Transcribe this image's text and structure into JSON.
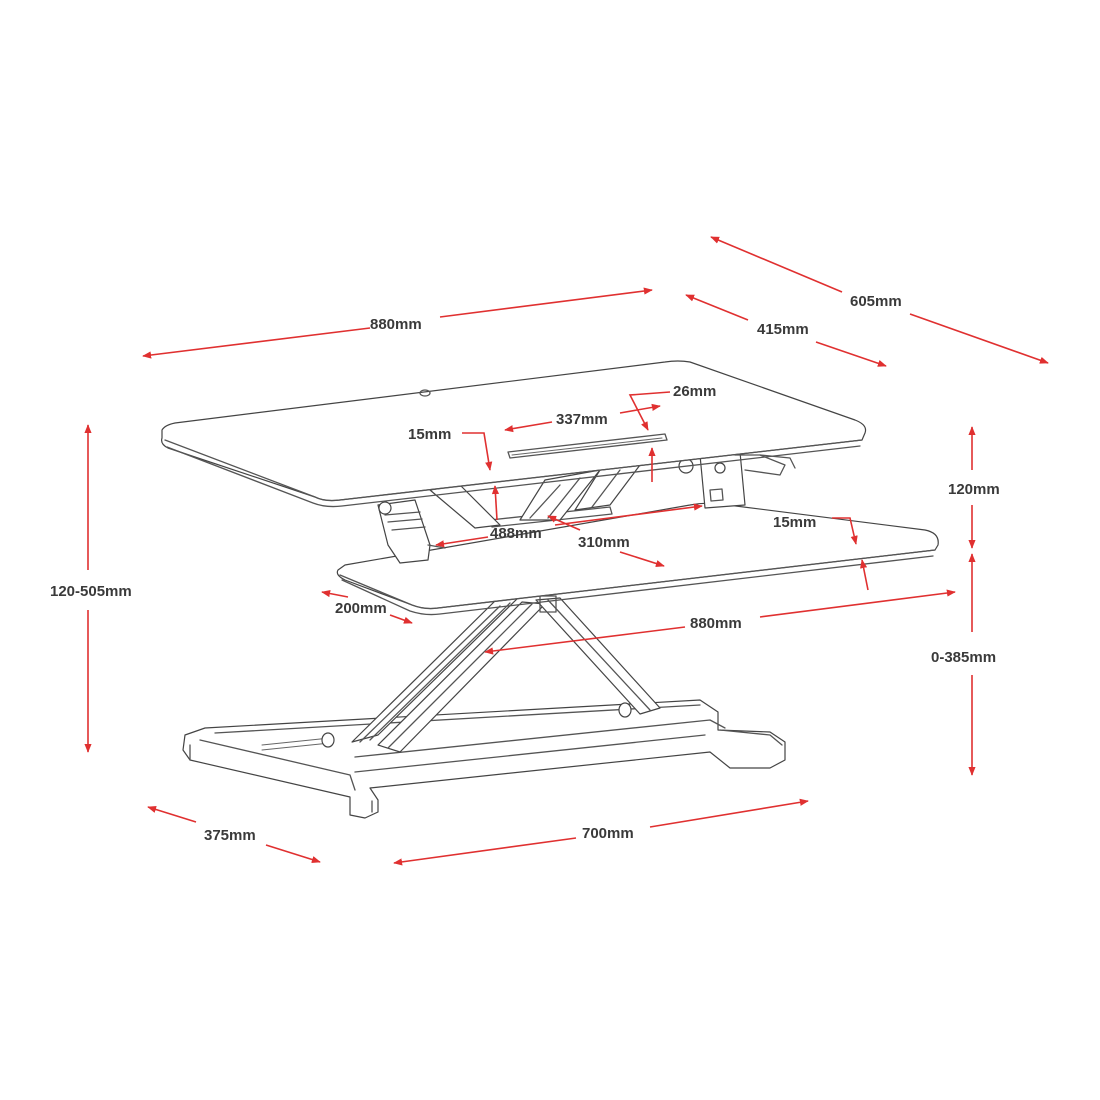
{
  "diagram": {
    "colors": {
      "dimension": "#e03030",
      "line": "#555555",
      "text": "#3a3a3a"
    },
    "labels": {
      "top_width": "880mm",
      "top_depth": "415mm",
      "overall_depth": "605mm",
      "slot_length": "337mm",
      "slot_width": "26mm",
      "top_thickness": "15mm",
      "upper_gap": "120mm",
      "total_height": "120-505mm",
      "keyboard_front_width": "488mm",
      "keyboard_depth": "310mm",
      "keyboard_thickness": "15mm",
      "keyboard_offset": "200mm",
      "keyboard_width": "880mm",
      "lift_range": "0-385mm",
      "base_depth": "375mm",
      "base_width": "700mm"
    }
  }
}
